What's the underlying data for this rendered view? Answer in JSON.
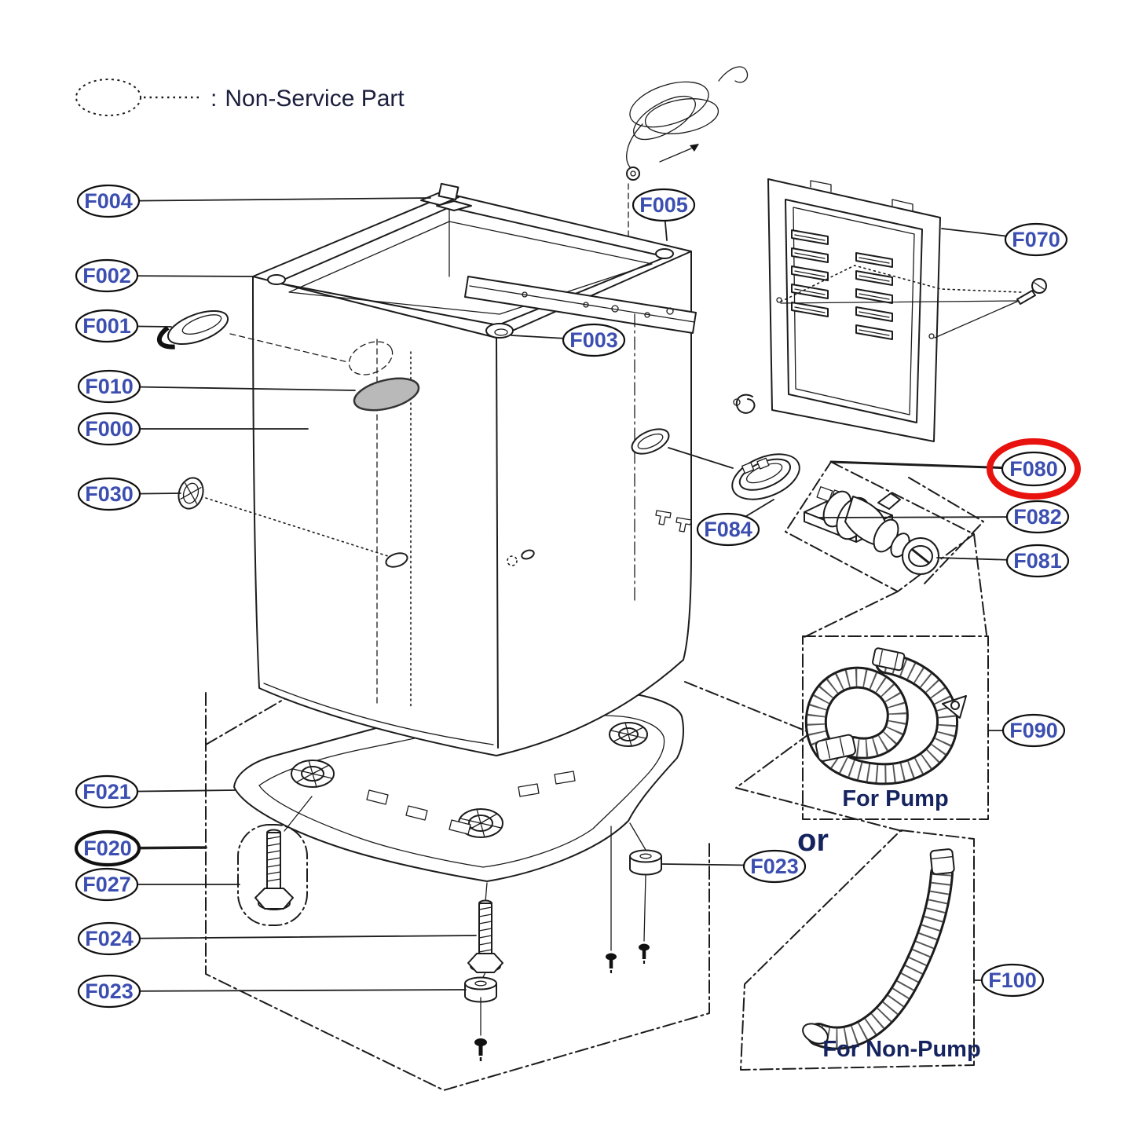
{
  "diagram": {
    "title": "Washing machine cabinet exploded parts diagram",
    "legend": {
      "separator": ":",
      "label": "Non-Service Part"
    },
    "or_label": "or",
    "pump_box": {
      "caption": "For Pump",
      "code": "F090"
    },
    "non_pump_box": {
      "caption": "For Non-Pump",
      "code": "F100"
    },
    "highlight": {
      "code": "F080",
      "circle_color": "#e8120e"
    },
    "colors": {
      "label_text": "#3c4fb1",
      "caption_text": "#15235f",
      "line": "#1c1c1c",
      "part_gray": "#b9b9b9",
      "highlight_red": "#e8120e"
    },
    "callouts": [
      {
        "code": "F004"
      },
      {
        "code": "F002"
      },
      {
        "code": "F001"
      },
      {
        "code": "F010"
      },
      {
        "code": "F000"
      },
      {
        "code": "F030"
      },
      {
        "code": "F003"
      },
      {
        "code": "F005"
      },
      {
        "code": "F070"
      },
      {
        "code": "F080",
        "highlighted": true
      },
      {
        "code": "F082"
      },
      {
        "code": "F081"
      },
      {
        "code": "F084"
      },
      {
        "code": "F090"
      },
      {
        "code": "F023"
      },
      {
        "code": "F100"
      },
      {
        "code": "F021"
      },
      {
        "code": "F020",
        "bold": true
      },
      {
        "code": "F027"
      },
      {
        "code": "F024"
      },
      {
        "code": "F023"
      }
    ]
  }
}
